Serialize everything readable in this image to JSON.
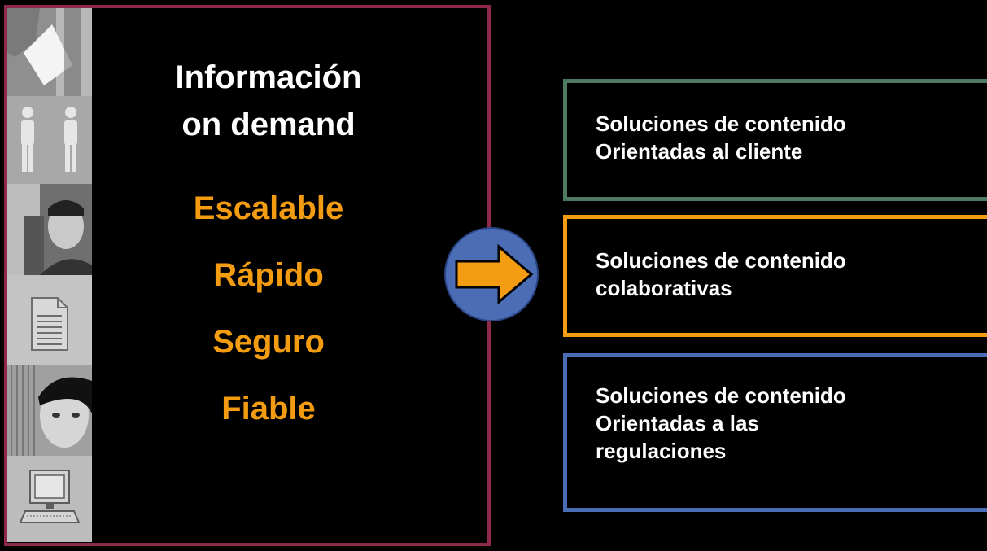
{
  "left_panel": {
    "heading": [
      "Información",
      "on demand"
    ],
    "features": [
      "Escalable",
      "Rápido",
      "Seguro",
      "Fiable"
    ]
  },
  "solutions": [
    {
      "lines": [
        "Soluciones de contenido",
        "Orientadas al cliente"
      ],
      "border_color": "#4e7a62"
    },
    {
      "lines": [
        "Soluciones de contenido",
        "colaborativas"
      ],
      "border_color": "#f39c12"
    },
    {
      "lines": [
        "Soluciones de contenido",
        "Orientadas a las",
        "regulaciones"
      ],
      "border_color": "#4a6db5"
    }
  ],
  "colors": {
    "background": "#000000",
    "panel_border": "#8e2a48",
    "feature_text": "#f39c12",
    "arrow_circle": "#4a6db5",
    "arrow": "#f39c12"
  },
  "icons": [
    "document-holding-photo",
    "people-icon",
    "smiling-man-photo",
    "document-icon",
    "woman-face-photo",
    "computer-icon",
    "arrow-right-icon"
  ]
}
